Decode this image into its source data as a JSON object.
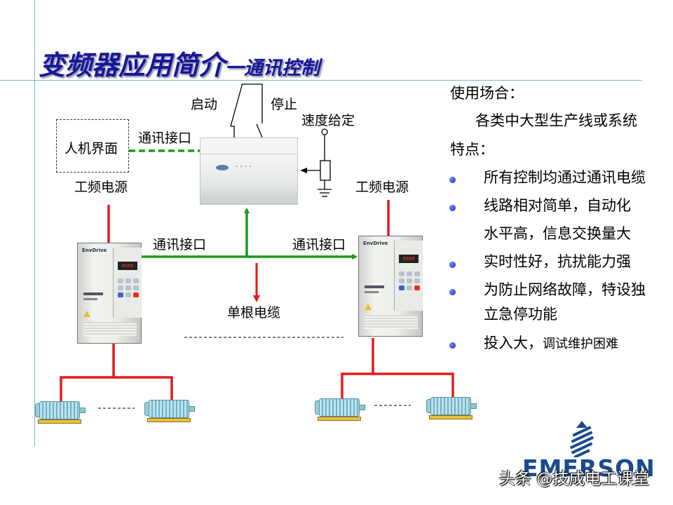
{
  "title": {
    "main": "变频器应用简介",
    "sub": "一通讯控制"
  },
  "diagram": {
    "start_label": "启动",
    "stop_label": "停止",
    "speed_label": "速度给定",
    "hmi_label": "人机界面",
    "comm_port_top": "通讯接口",
    "power_left": "工频电源",
    "power_right": "工频电源",
    "comm_port_left": "通讯接口",
    "comm_port_right": "通讯接口",
    "single_cable": "单根电缆",
    "plc_leds": "• • • •",
    "inverter_brand": "EnvDrive",
    "inverter_display": "8888",
    "line_colors": {
      "power": "#e51a1a",
      "comm": "#1a9a1a"
    }
  },
  "right_panel": {
    "usage_title": "使用场合：",
    "usage_text": "各类中大型生产线或系统",
    "features_title": "特点：",
    "bullets": [
      {
        "line1": "所有控制均通过通讯电缆",
        "line2": ""
      },
      {
        "line1": "线路相对简单，自动化",
        "line2": "水平高，信息交换量大"
      },
      {
        "line1": "实时性好，抗扰能力强",
        "line2": ""
      },
      {
        "line1": "为防止网络故障，特设独",
        "line2": "立急停功能"
      },
      {
        "line1": "投入大，",
        "line1_small": "调试维护困难",
        "line2": ""
      }
    ]
  },
  "logo": {
    "text": "EMERSON",
    "icon": "emerson-logo-icon"
  },
  "watermark": {
    "text": "头条 @技成电工课堂"
  }
}
